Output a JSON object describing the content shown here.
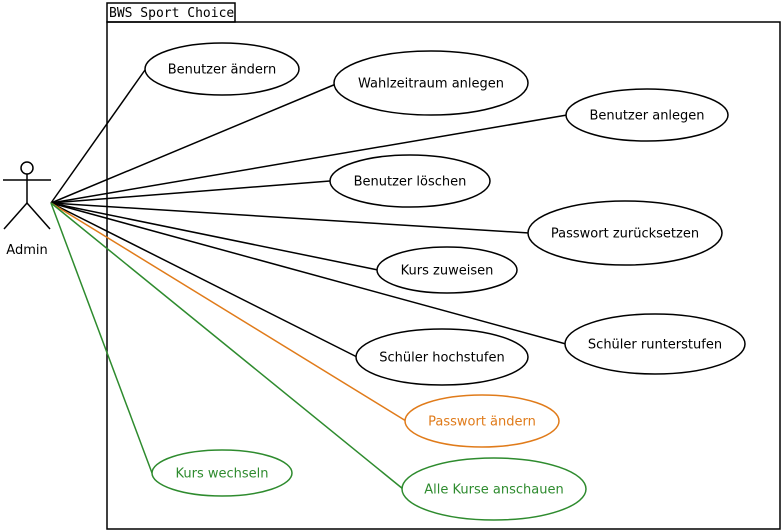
{
  "system": {
    "title": "BWS Sport Choice"
  },
  "actor": {
    "name": "Admin"
  },
  "colors": {
    "default": "#000000",
    "orange": "#e07b1a",
    "green": "#2e8b2e"
  },
  "use_cases": [
    {
      "label": "Benutzer ändern",
      "color": "default"
    },
    {
      "label": "Wahlzeitraum anlegen",
      "color": "default"
    },
    {
      "label": "Benutzer anlegen",
      "color": "default"
    },
    {
      "label": "Benutzer löschen",
      "color": "default"
    },
    {
      "label": "Passwort zurücksetzen",
      "color": "default"
    },
    {
      "label": "Kurs zuweisen",
      "color": "default"
    },
    {
      "label": "Schüler runterstufen",
      "color": "default"
    },
    {
      "label": "Schüler hochstufen",
      "color": "default"
    },
    {
      "label": "Passwort ändern",
      "color": "orange"
    },
    {
      "label": "Kurs wechseln",
      "color": "green"
    },
    {
      "label": "Alle Kurse anschauen",
      "color": "green"
    }
  ]
}
